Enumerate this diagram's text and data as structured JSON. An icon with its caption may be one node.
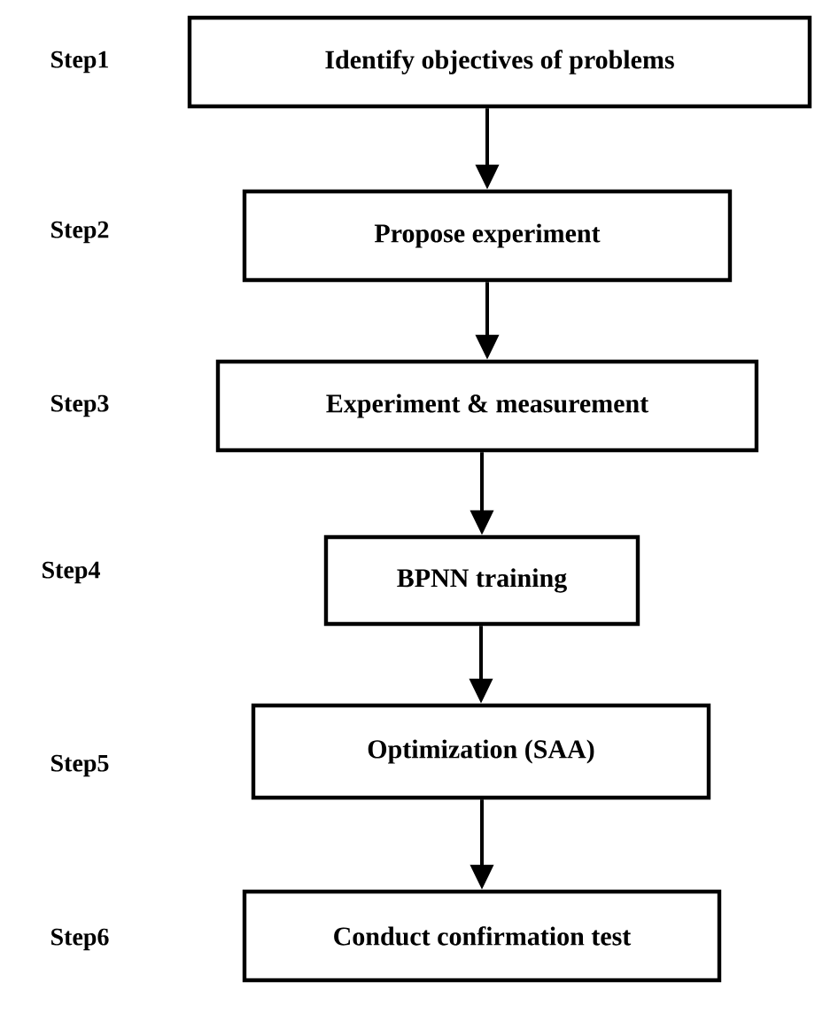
{
  "diagram": {
    "nodes": [
      {
        "text": [
          "Identify objectives of problems"
        ]
      },
      {
        "text": [
          "Propose experiment"
        ]
      },
      {
        "text": [
          "Experiment & measurement"
        ]
      },
      {
        "text": [
          "BPNN training"
        ]
      },
      {
        "text": [
          "Optimization (SAA)"
        ]
      },
      {
        "text": [
          "Conduct confirmation test"
        ]
      }
    ],
    "edges": [
      {
        "from": 0,
        "to": 1,
        "arrow": "to"
      },
      {
        "from": 1,
        "to": 2,
        "arrow": "to"
      },
      {
        "from": 2,
        "to": 3,
        "arrow": "to"
      },
      {
        "from": 3,
        "to": 4,
        "arrow": "to"
      },
      {
        "from": 4,
        "to": 5,
        "arrow": "to"
      }
    ],
    "labels": [
      "Step1",
      "Step2",
      "Step3",
      "Step4",
      "Step5",
      "Step6"
    ]
  }
}
